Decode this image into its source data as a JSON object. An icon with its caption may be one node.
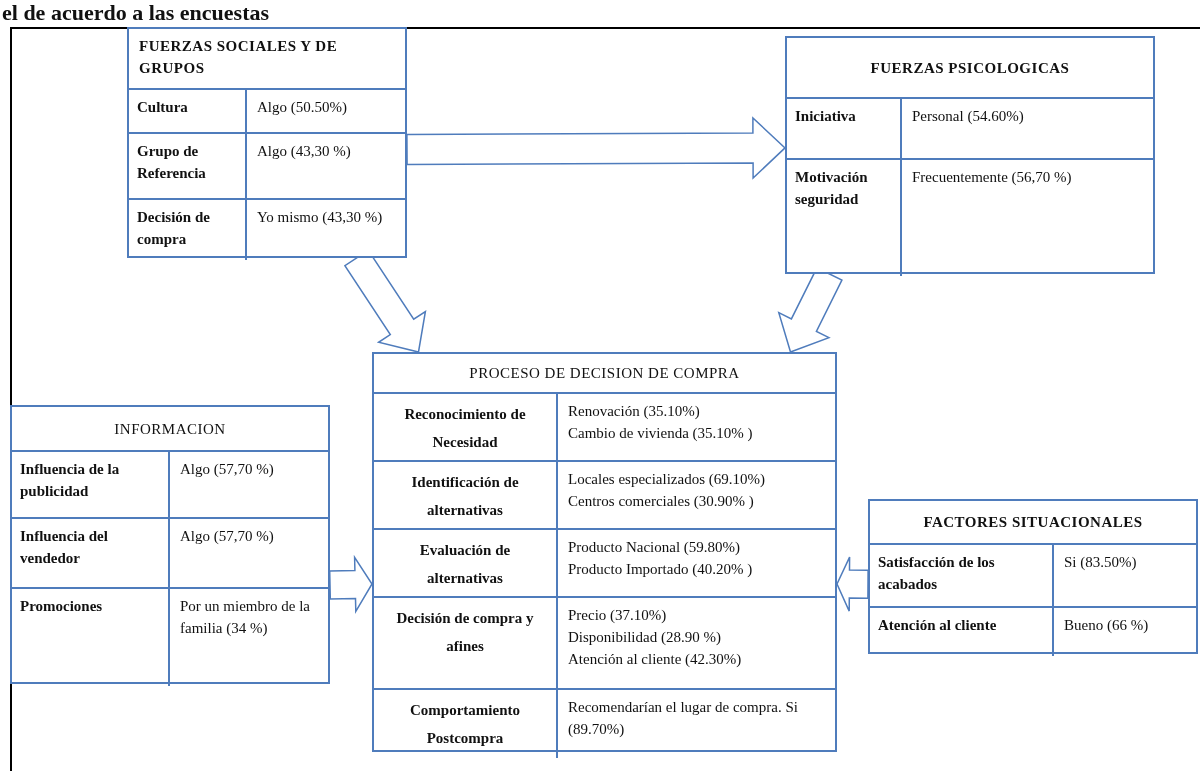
{
  "diagram": {
    "title": "el de acuerdo a las encuestas",
    "nodes": [
      {
        "text": [
          "FUERZAS SOCIALES Y DE GRUPOS",
          "Cultura",
          "Algo (50.50%)",
          "Grupo de Referencia",
          "Algo (43,30 %)",
          "Decisión de compra",
          "Yo mismo (43,30 %)"
        ]
      },
      {
        "text": [
          "FUERZAS PSICOLOGICAS",
          "Iniciativa",
          "Personal (54.60%)",
          "Motivación seguridad",
          "Frecuentemente (56,70 %)"
        ]
      },
      {
        "text": [
          "INFORMACION",
          "Influencia de la publicidad",
          "Algo (57,70 %)",
          "Influencia del vendedor",
          "Algo (57,70 %)",
          "Promociones",
          "Por un miembro de la familia (34 %)"
        ]
      },
      {
        "text": [
          "FACTORES SITUACIONALES",
          "Satisfacción de los acabados",
          "Si (83.50%)",
          "Atención al cliente",
          "Bueno (66 %)"
        ]
      },
      {
        "text": [
          "PROCESO DE DECISION DE COMPRA",
          "Reconocimiento de Necesidad",
          "Renovación (35.10%)",
          "Cambio de vivienda (35.10% )",
          "Identificación de alternativas",
          "Locales especializados (69.10%)",
          "Centros comerciales (30.90% )",
          "Evaluación de alternativas",
          "Producto Nacional (59.80%)",
          "Producto Importado (40.20% )",
          "Decisión de compra y afines",
          "Precio (37.10%)",
          "Disponibilidad (28.90 %)",
          "Atención al cliente (42.30%)",
          "Comportamiento Postcompra",
          "Recomendarían el lugar de compra. Si (89.70%)"
        ]
      }
    ],
    "edges": [
      {
        "from": 0,
        "to": 1,
        "arrow": "to"
      },
      {
        "from": 0,
        "to": 4,
        "arrow": "to"
      },
      {
        "from": 1,
        "to": 4,
        "arrow": "to"
      },
      {
        "from": 2,
        "to": 4,
        "arrow": "to"
      },
      {
        "from": 3,
        "to": 4,
        "arrow": "to"
      }
    ]
  }
}
